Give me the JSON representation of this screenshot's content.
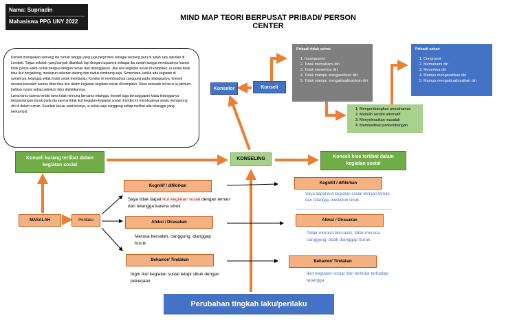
{
  "header": {
    "name_line": "Nama: Supriadin",
    "role_line": "Mahasiswa PPG UNY 2022",
    "title": "MIND MAP TEORI BERPUSAT PRIBADI/ PERSON CENTER"
  },
  "story": {
    "paragraphs": [
      "Konseli merupakan seorang ibu rumah tangga yang juga berprofesi sebagai seorang guru di salah satu sekolah di Lombok. Tugas sekolah yang banyak ditambah lagi dengan tugasnya sebagai ibu rumah tangga membuatnya hampir tidak punya waktu untuk bergaul dengan teman dan tetangganya. Jika ada kegiatan sosial di kompleks, ia selalu tidak bisa ikut bergabung, meskipun sekedar datang dan duduk nimbrung saja. Sementara, ketika ada kegiatan di rumahnya, tetangga selalu hadir untuk membantu. Kondisi ini membuatnya canggung pada tetangganya, konseli merasa bersalah karena tidak bisa ikut dalam kegiatan-kegiatan sosial di kompleks. Rasa bersalah ini terus ia pikirkan, bahkan nyaris setiap sebelum tidur dipikirkannya.",
      "Lama-lama karena terlalu lama tidak nimrung bersama tetangga, konseli juga beranggapan kalau tetangganya berpandangan buruk pada dia karena tidak ikut kegiatan-kegiatan sosial. Kondisi ini membuatnya selalu mengurung diri di dalam rumah. Sesekali keluar saat belanja, ia selalu saja canggung setiap melihat ada tetangga yang berkumpul."
    ]
  },
  "nodes": {
    "konselor": "Konselor",
    "konseli": "Konseli",
    "konseling": "KONSELING",
    "masalah": "MASALAH",
    "perilaku": "Perilaku",
    "kurang_terlibat": "Konseli kurang terlibat dalam kegiatan sosial",
    "bisa_terlibat": "Konseli bisa terlibat dalam kegiatan sosial",
    "kognitif_left": "Kognitif / difikirkan",
    "afeksi_left": "Afeksi / Dirasakan",
    "behavior_left": "Behavior/ Tindakan",
    "kognitif_right": "Kognitif / difikirkan",
    "afeksi_right": "Afeksi / Dirasakan",
    "behavior_right": "Behavior/ Tindakan",
    "bottom": "Perubahan tingkah laku/perilaku"
  },
  "pribadi_tidak_sehat": {
    "heading": "Pribadi tidak sehat:",
    "items": [
      "Incongruent",
      "Tidak memahami diri",
      "Tidak menerima diri",
      "Tidak mampu mengarahkan diri",
      "Tidak mampu mengaktualisasikan diri"
    ]
  },
  "pribadi_sehat": {
    "heading": "Pribadi sehat:",
    "items": [
      "Congruent",
      "Memahami diri",
      "Menerima diri",
      "Mampu mengarahkan diri",
      "Mampu mengaktualisasikan diri"
    ]
  },
  "tujuan": {
    "items": [
      "Mengembangkan pemahaman",
      "Memilih sendiri alternatif",
      "Menyelesaikan masalah",
      "Memfasilitasi perkembangan"
    ]
  },
  "left_texts": {
    "kognitif_a": "Saya tidak dapat ",
    "kognitif_red": "ikut kegiatan sosial",
    "kognitif_b": " dengan teman dan tetangga karena sibuk",
    "afeksi": "Merasa bersalah, canggung, dianggap buruk",
    "behavior": "Ingin ikut kegiatan sosial tetapi sibuk dengan pekerjaan"
  },
  "right_texts": {
    "kognitif": "Saya dapat ikut kegiatan sosial dengan teman dan tetangga meskipun sibuk",
    "afeksi": "Tidak merasa bersalah, tidak merasa canggung, tidak dianggap buruk",
    "behavior": "Ikut kegiatan sosial dan terbuka terhadap tetangga"
  }
}
